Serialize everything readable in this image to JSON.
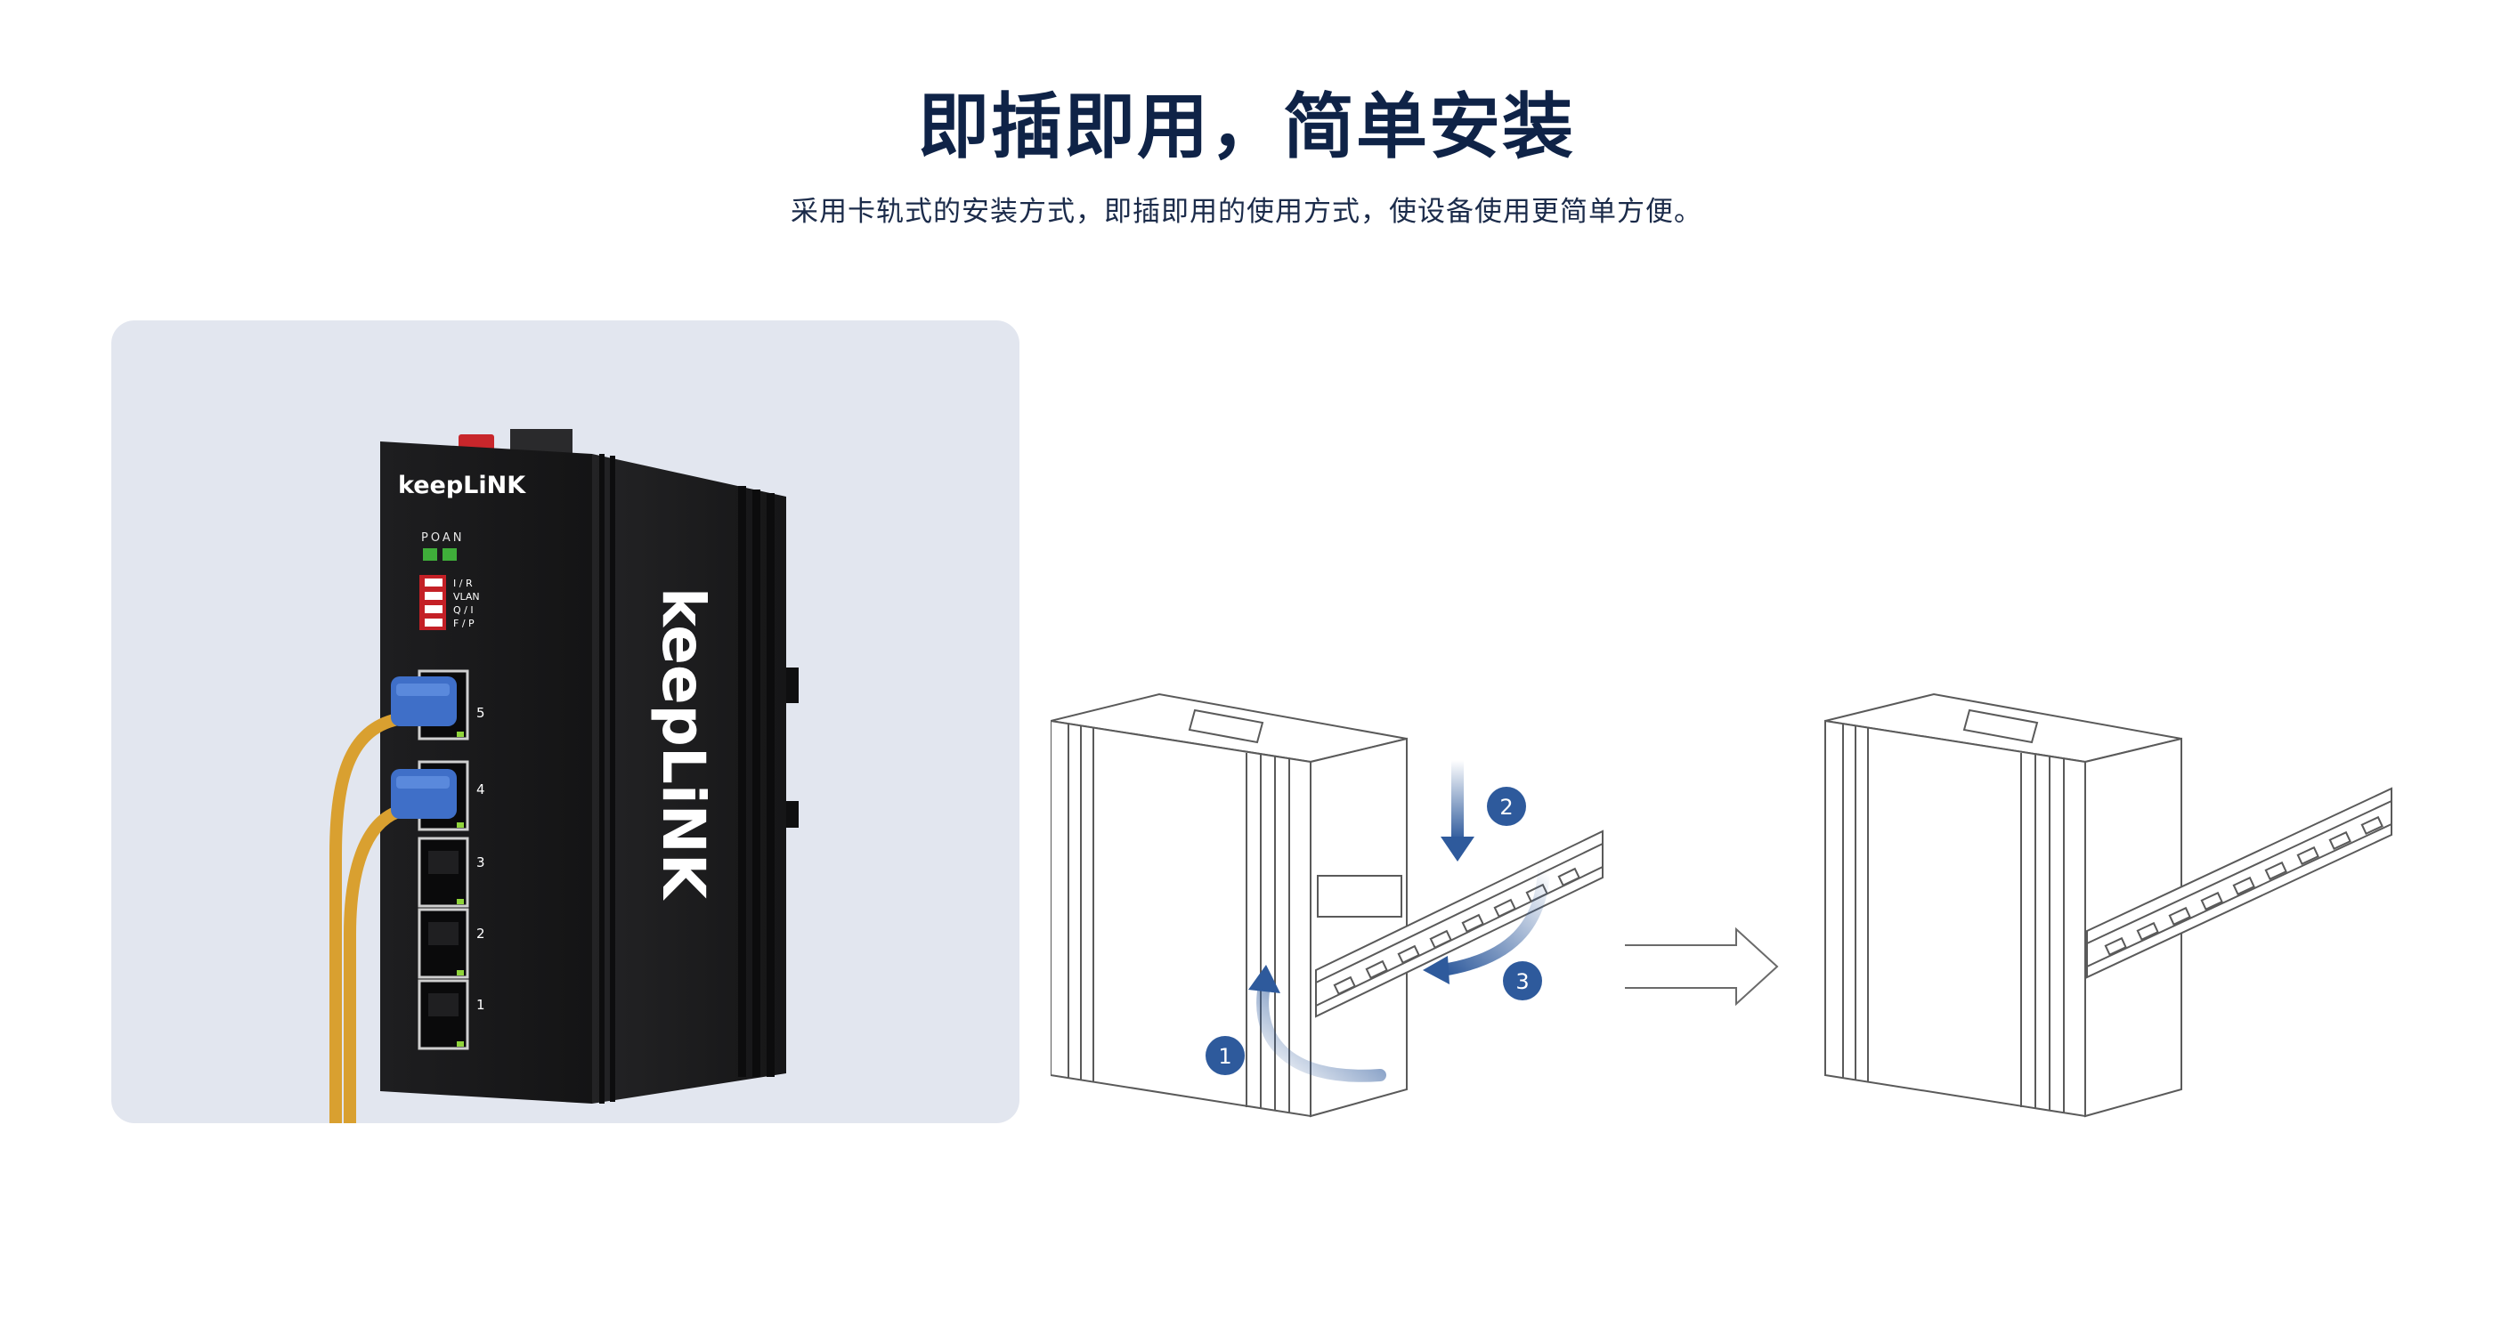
{
  "heading": {
    "title": "即插即用，简单安装",
    "subtitle": "采用卡轨式的安装方式，即插即用的使用方式，使设备使用更简单方便。"
  },
  "product": {
    "brand_front": "keepLiNK",
    "brand_side": "keepLiNK",
    "led_label": "POAN",
    "dip_labels": [
      "I / R",
      "VLAN",
      "Q / I",
      "F / P"
    ],
    "port_numbers": [
      "5",
      "4",
      "3",
      "2",
      "1"
    ]
  },
  "steps": [
    "1",
    "2",
    "3"
  ],
  "colors": {
    "title": "#0f2347",
    "card_bg": "#e2e6ef",
    "device_body": "#1c1c1e",
    "step_badge": "#2e5a9c",
    "cable": "#d9a030",
    "connector": "#3f6fc8"
  }
}
